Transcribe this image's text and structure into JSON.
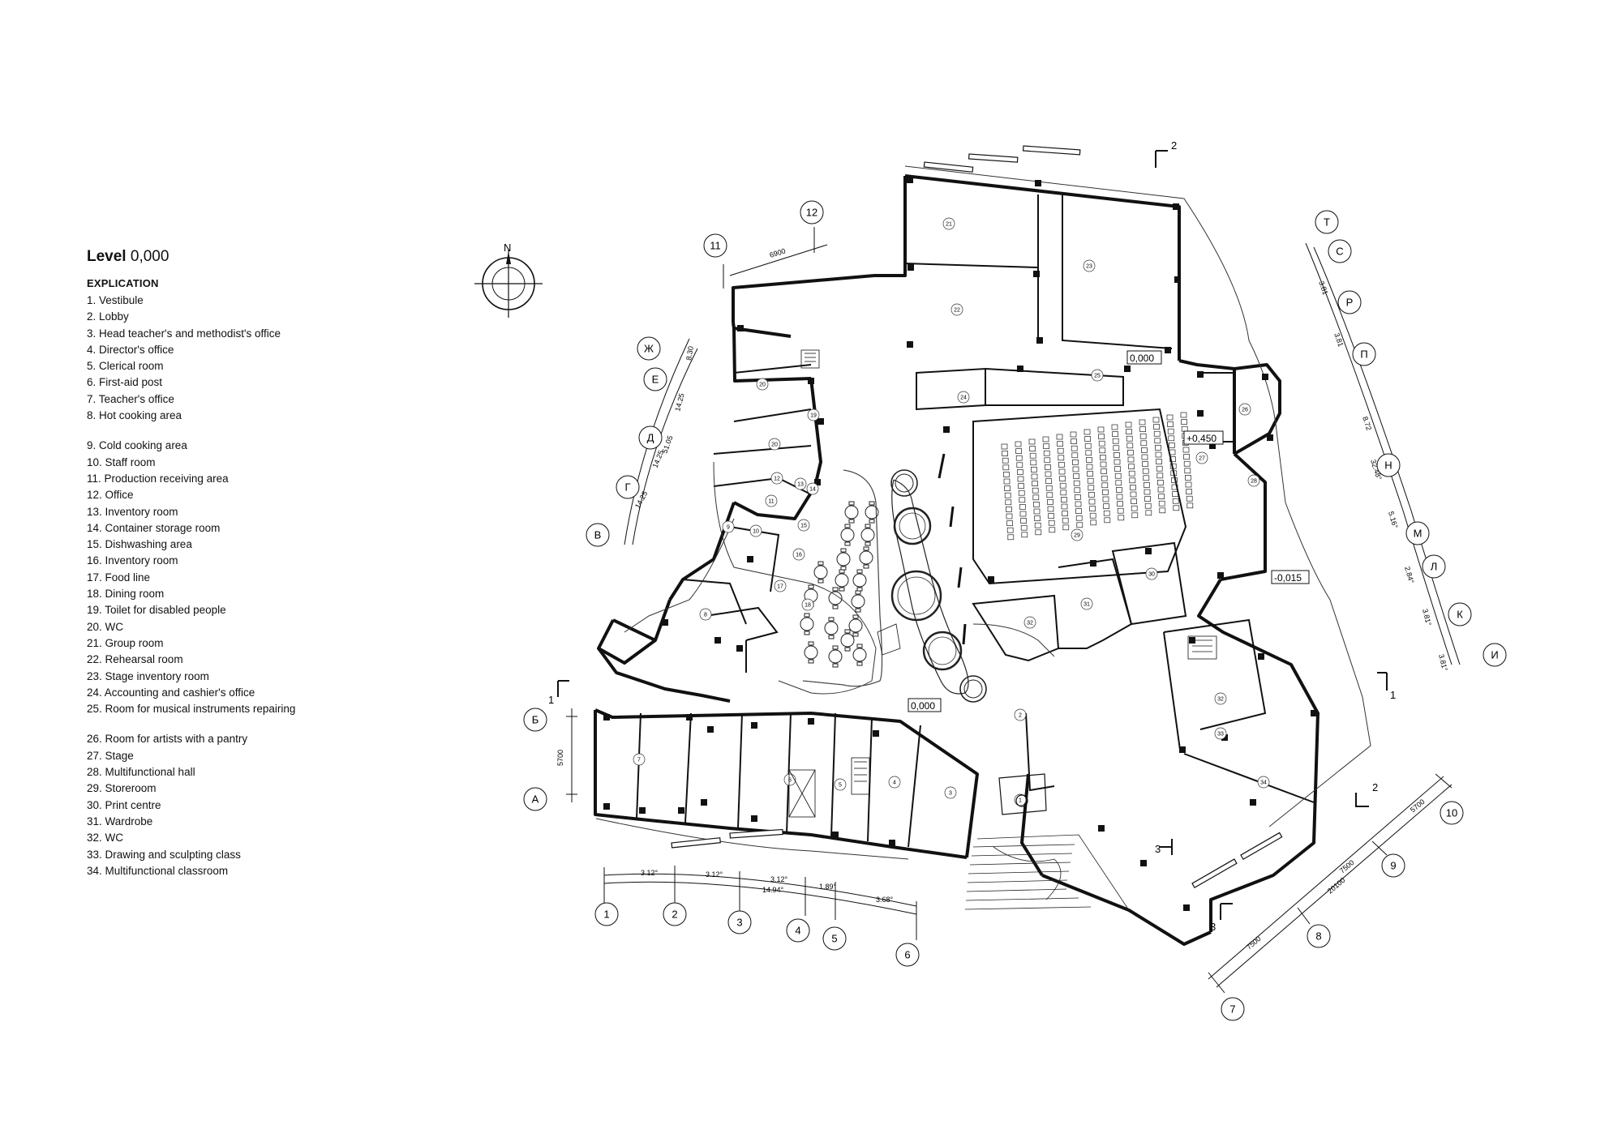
{
  "title": {
    "bold": "Level",
    "value": "0,000"
  },
  "explication": {
    "heading": "EXPLICATION",
    "items": [
      "1. Vestibule",
      "2. Lobby",
      "3. Head teacher's and methodist's office",
      "4. Director's office",
      "5. Clerical room",
      "6. First-aid post",
      "7. Teacher's office",
      "8. Hot cooking area",
      "",
      "9. Cold cooking area",
      "10. Staff room",
      "11. Production receiving area",
      "12. Office",
      "13. Inventory room",
      "14. Container storage room",
      "15. Dishwashing area",
      "16. Inventory room",
      "17. Food line",
      "18. Dining room",
      "19. Toilet for disabled people",
      "20. WC",
      "21. Group room",
      "22. Rehearsal room",
      "23. Stage inventory room",
      "24. Accounting and cashier's office",
      "25. Room for musical instruments repairing",
      "",
      "26. Room for artists with a pantry",
      "27. Stage",
      "28. Multifunctional hall",
      "29. Storeroom",
      "30. Print centre",
      "31. Wardrobe",
      "32. WC",
      "33. Drawing and sculpting class",
      "34. Multifunctional classroom"
    ]
  },
  "compass": {
    "label": "N"
  },
  "axes": {
    "bottom_left": [
      "1",
      "2",
      "3",
      "4",
      "5",
      "6"
    ],
    "bottom_right": [
      "7",
      "8",
      "9",
      "10"
    ],
    "top": [
      "11",
      "12"
    ],
    "left": [
      "А",
      "Б",
      "В",
      "Г",
      "Д",
      "Е",
      "Ж"
    ],
    "right": [
      "И",
      "К",
      "Л",
      "М",
      "Н",
      "П",
      "Р",
      "С",
      "Т"
    ]
  },
  "dimensions": {
    "bottom_left": [
      "3.12°",
      "3.12°",
      "3.12°",
      "14.94°",
      "1.89°",
      "3.68°"
    ],
    "bottom_right": [
      "7500",
      "7500",
      "20100",
      "5700"
    ],
    "top": [
      "6900"
    ],
    "left": [
      "5700"
    ],
    "left_arc": [
      "8.30",
      "14.25",
      "51.05",
      "14.25",
      "14.25"
    ],
    "right_arc": [
      "3.81",
      "3.81",
      "8.72",
      "32.48°",
      "5.16°",
      "2.84°",
      "3.81°",
      "3.81°"
    ]
  },
  "levels": [
    "0,000",
    "+0,450",
    "-0,015",
    "0,000"
  ],
  "sections": [
    "1",
    "1",
    "2",
    "2",
    "3",
    "3"
  ],
  "room_numbers": [
    "1",
    "2",
    "3",
    "4",
    "5",
    "6",
    "7",
    "8",
    "9",
    "10",
    "11",
    "12",
    "13",
    "14",
    "15",
    "16",
    "17",
    "18",
    "19",
    "20",
    "20",
    "21",
    "22",
    "23",
    "24",
    "25",
    "26",
    "27",
    "28",
    "29",
    "30",
    "31",
    "32",
    "32",
    "33",
    "34"
  ]
}
